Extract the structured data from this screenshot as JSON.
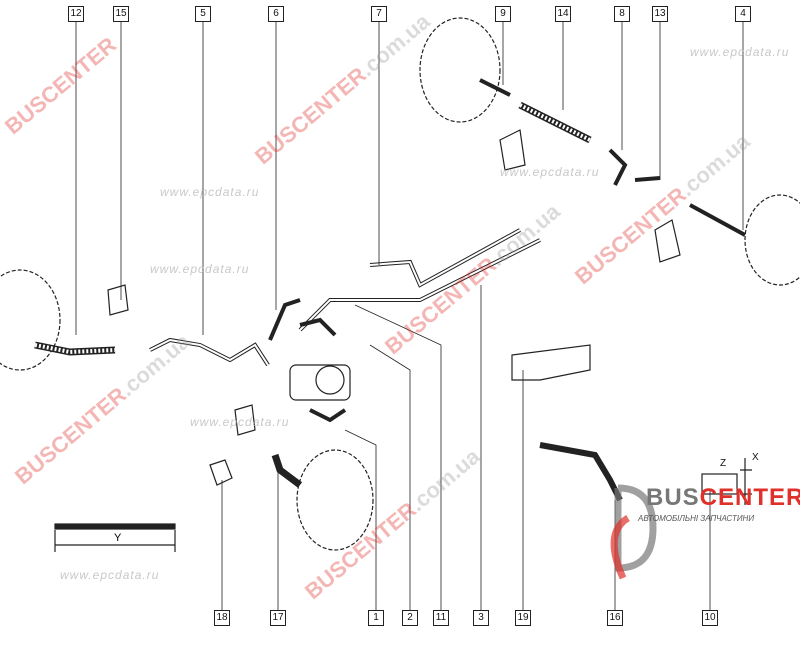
{
  "callouts_top": [
    "12",
    "15",
    "5",
    "6",
    "7",
    "9",
    "14",
    "8",
    "13",
    "4"
  ],
  "callouts_bottom": [
    "18",
    "17",
    "1",
    "2",
    "11",
    "3",
    "19",
    "16",
    "10"
  ],
  "watermark": {
    "brand": "BUSCENTER",
    "domain": ".com.ua",
    "site": "www.epcdata.ru"
  },
  "logo": {
    "bus": "BUS",
    "center": "CENTER",
    "subtitle": "АВТОМОБІЛЬНІ ЗАПЧАСТИНИ"
  },
  "dimensions": {
    "scale_label": "Y",
    "detail_x": "X",
    "detail_z": "Z"
  },
  "colors": {
    "brand_red": "#e0302a",
    "line": "#222222"
  }
}
